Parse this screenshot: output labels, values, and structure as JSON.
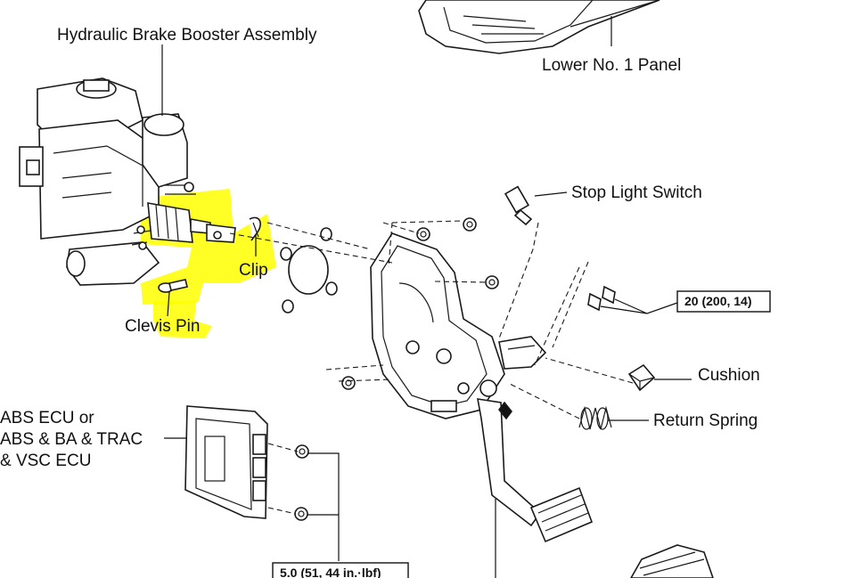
{
  "labels": {
    "hydraulic_brake_booster": "Hydraulic Brake Booster Assembly",
    "lower_panel": "Lower No. 1 Panel",
    "stop_light_switch": "Stop Light Switch",
    "clip": "Clip",
    "clevis_pin": "Clevis Pin",
    "cushion": "Cushion",
    "return_spring": "Return Spring",
    "ecu_line1": "ABS ECU or",
    "ecu_line2": "ABS & BA & TRAC",
    "ecu_line3": "& VSC ECU"
  },
  "torque_specs": {
    "bracket_bolts": "20 (200, 14)",
    "ecu_nuts": "5.0 (51, 44 in.·lbf)"
  },
  "colors": {
    "highlight": "#ffff00",
    "line": "#1a1a1a",
    "background": "#ffffff"
  }
}
